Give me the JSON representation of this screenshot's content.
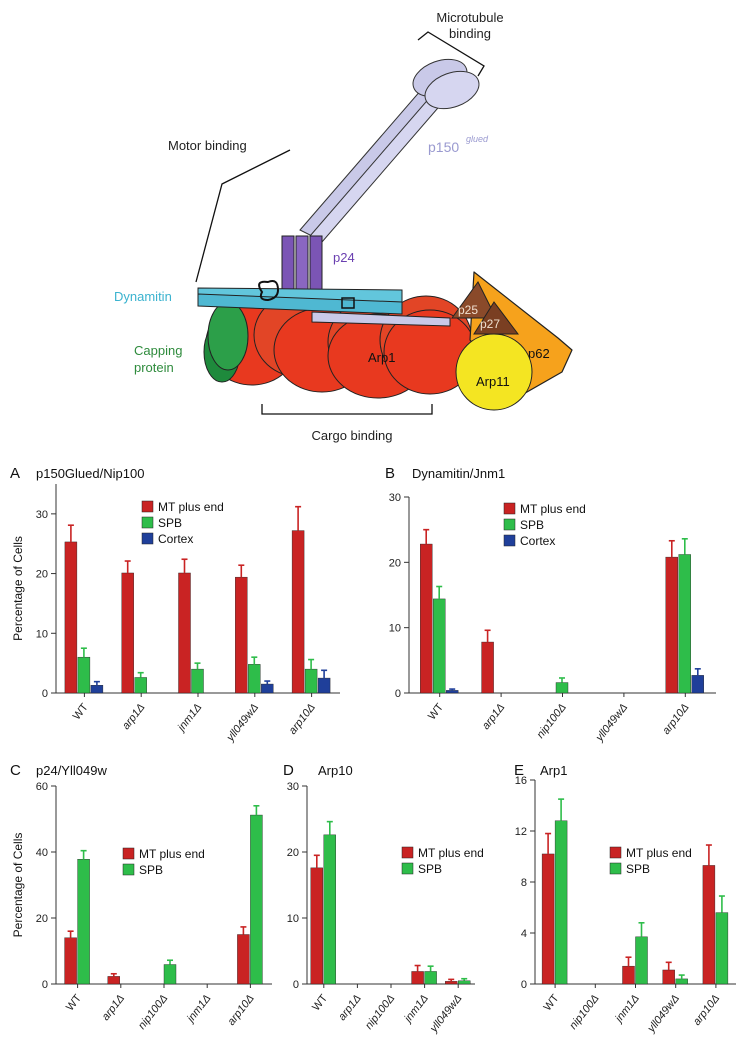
{
  "diagram": {
    "labels": {
      "microtubule_binding": [
        "Microtubule",
        "binding"
      ],
      "motor_binding": "Motor binding",
      "p150": "p150",
      "p150_sup": "glued",
      "p24": "p24",
      "dynamitin": "Dynamitin",
      "capping_protein": [
        "Capping",
        "protein"
      ],
      "arp1": "Arp1",
      "arp11": "Arp11",
      "p62": "p62",
      "p25": "p25",
      "p27": "p27",
      "cargo_binding": "Cargo binding"
    },
    "colors": {
      "p150": "#c9c9e8",
      "p24": "#7b55b5",
      "dynamitin": "#62c6dc",
      "capping": "#1e8a3c",
      "arp1": "#e8391f",
      "arp11": "#f4e522",
      "p62": "#f6a21c",
      "p25p27": "#8a4a2a",
      "p150_text": "#9a9ad0",
      "p24_text": "#6a3fb0",
      "dynamitin_text": "#3bb3cf",
      "capping_text": "#2e8b3c"
    }
  },
  "ylabel": "Percentage of Cells",
  "series_colors": {
    "MT plus end": "#c92323",
    "SPB": "#2ebd4a",
    "Cortex": "#1f3f9a"
  },
  "chart_data": [
    {
      "panel": "A",
      "title": "p150Glued/Nip100",
      "type": "bar",
      "categories": [
        "WT",
        "arp1Δ",
        "jnm1Δ",
        "yll049wΔ",
        "arp10Δ"
      ],
      "ylim": [
        0,
        35
      ],
      "yticks": [
        0,
        10,
        20,
        30
      ],
      "legend": "top-right",
      "series": [
        {
          "name": "MT plus end",
          "values": [
            25.3,
            20.1,
            20.1,
            19.4,
            27.2
          ],
          "errors": [
            2.8,
            2.0,
            2.3,
            2.0,
            4.0
          ]
        },
        {
          "name": "SPB",
          "values": [
            6.0,
            2.6,
            4.0,
            4.8,
            4.0
          ],
          "errors": [
            1.5,
            0.8,
            1.0,
            1.2,
            1.6
          ]
        },
        {
          "name": "Cortex",
          "values": [
            1.3,
            0,
            0,
            1.5,
            2.5
          ],
          "errors": [
            0.6,
            0,
            0,
            0.5,
            1.3
          ]
        }
      ]
    },
    {
      "panel": "B",
      "title": "Dynamitin/Jnm1",
      "type": "bar",
      "categories": [
        "WT",
        "arp1Δ",
        "nip100Δ",
        "yll049wΔ",
        "arp10Δ"
      ],
      "ylim": [
        0,
        30
      ],
      "yticks": [
        0,
        10,
        20,
        30
      ],
      "legend": "top-right",
      "series": [
        {
          "name": "MT plus end",
          "values": [
            22.8,
            7.8,
            0,
            0,
            20.8
          ],
          "errors": [
            2.2,
            1.8,
            0,
            0,
            2.5
          ]
        },
        {
          "name": "SPB",
          "values": [
            14.4,
            0,
            1.6,
            0,
            21.2
          ],
          "errors": [
            1.9,
            0,
            0.7,
            0,
            2.4
          ]
        },
        {
          "name": "Cortex",
          "values": [
            0.4,
            0,
            0,
            0,
            2.7
          ],
          "errors": [
            0.2,
            0,
            0,
            0,
            1.0
          ]
        }
      ]
    },
    {
      "panel": "C",
      "title": "p24/Yll049w",
      "type": "bar",
      "categories": [
        "WT",
        "arp1Δ",
        "nip100Δ",
        "jnm1Δ",
        "arp10Δ"
      ],
      "ylim": [
        0,
        60
      ],
      "yticks": [
        0,
        20,
        40,
        60
      ],
      "legend": "center",
      "series": [
        {
          "name": "MT plus end",
          "values": [
            14.0,
            2.3,
            0,
            0,
            15.0
          ],
          "errors": [
            2.0,
            0.8,
            0,
            0,
            2.3
          ]
        },
        {
          "name": "SPB",
          "values": [
            37.8,
            0,
            5.9,
            0,
            51.2
          ],
          "errors": [
            2.6,
            0,
            1.3,
            0,
            2.8
          ]
        }
      ]
    },
    {
      "panel": "D",
      "title": "Arp10",
      "type": "bar",
      "categories": [
        "WT",
        "arp1Δ",
        "nip100Δ",
        "jnm1Δ",
        "yll049wΔ"
      ],
      "ylim": [
        0,
        30
      ],
      "yticks": [
        0,
        10,
        20,
        30
      ],
      "legend": "center",
      "series": [
        {
          "name": "MT plus end",
          "values": [
            17.6,
            0,
            0,
            1.9,
            0.4
          ],
          "errors": [
            1.9,
            0,
            0,
            0.9,
            0.3
          ]
        },
        {
          "name": "SPB",
          "values": [
            22.6,
            0,
            0,
            1.9,
            0.5
          ],
          "errors": [
            2.0,
            0,
            0,
            0.8,
            0.3
          ]
        }
      ]
    },
    {
      "panel": "E",
      "title": "Arp1",
      "type": "bar",
      "categories": [
        "WT",
        "nip100Δ",
        "jnm1Δ",
        "yll049wΔ",
        "arp10Δ"
      ],
      "ylim": [
        0,
        16
      ],
      "yticks": [
        0,
        4,
        8,
        12,
        16
      ],
      "legend": "center",
      "series": [
        {
          "name": "MT plus end",
          "values": [
            10.2,
            0,
            1.4,
            1.1,
            9.3
          ],
          "errors": [
            1.6,
            0,
            0.7,
            0.6,
            1.6
          ]
        },
        {
          "name": "SPB",
          "values": [
            12.8,
            0,
            3.7,
            0.4,
            5.6
          ],
          "errors": [
            1.7,
            0,
            1.1,
            0.3,
            1.3
          ]
        }
      ]
    }
  ]
}
